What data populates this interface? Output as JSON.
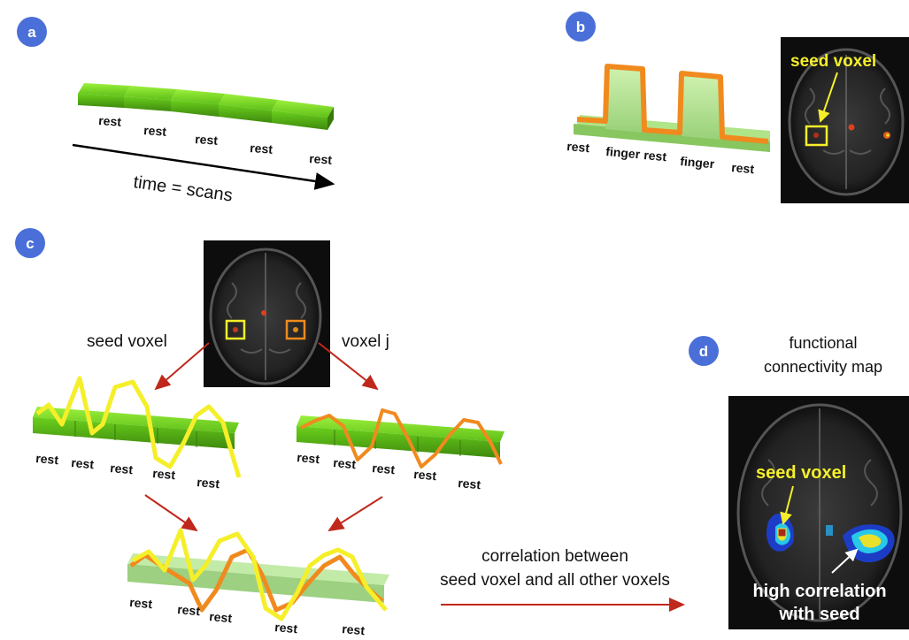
{
  "panels": {
    "a": {
      "badge": "a",
      "blocks": [
        "rest",
        "rest",
        "rest",
        "rest",
        "rest"
      ],
      "axis_label": "time = scans"
    },
    "b": {
      "badge": "b",
      "blocks": [
        "rest",
        "finger",
        "rest",
        "finger",
        "rest"
      ],
      "brain_label": "seed voxel"
    },
    "c": {
      "badge": "c",
      "seed_label": "seed voxel",
      "voxel_label": "voxel j",
      "seed_blocks": [
        "rest",
        "rest",
        "rest",
        "rest",
        "rest"
      ],
      "voxel_blocks": [
        "rest",
        "rest",
        "rest",
        "rest",
        "rest"
      ],
      "combined_blocks": [
        "rest",
        "rest",
        "rest",
        "rest",
        "rest"
      ],
      "correlation_text": [
        "correlation between",
        "seed voxel and all other voxels"
      ]
    },
    "d": {
      "badge": "d",
      "title": [
        "functional",
        "connectivity map"
      ],
      "seed_label": "seed voxel",
      "high_corr_label": [
        "high correlation",
        "with seed"
      ]
    }
  },
  "colors": {
    "badge": "#4a6fd8",
    "block_green": "#7fdc2a",
    "block_green_dark": "#4f9e12",
    "seed_line": "#f5ef2a",
    "voxel_line": "#f08a1e",
    "arrow_red": "#c0281c",
    "brain_bg": "#111111"
  }
}
